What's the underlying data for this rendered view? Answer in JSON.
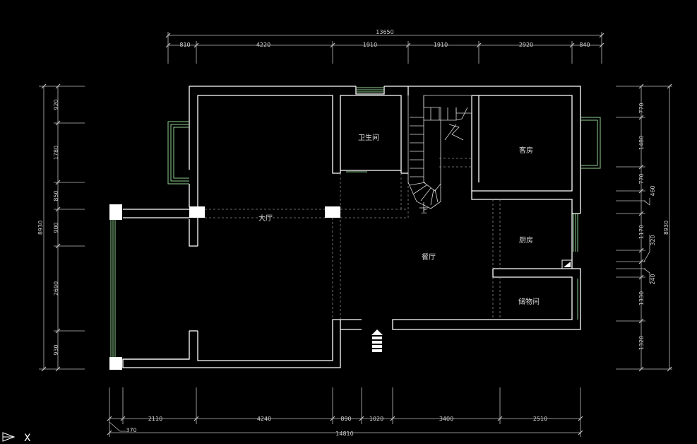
{
  "dimensions": {
    "top_total": "13650",
    "top_segments": [
      "810",
      "4220",
      "1910",
      "1910",
      "2920",
      "840"
    ],
    "bottom_total": "14810",
    "bottom_segments": [
      "2110",
      "4240",
      "890",
      "1020",
      "3400",
      "2510"
    ],
    "bottom_extra": "370",
    "left_total": "8930",
    "left_segments": [
      "920",
      "1780",
      "850",
      "900",
      "2690",
      "930"
    ],
    "right_total": "8930",
    "right_segments": [
      "770",
      "1480",
      "770",
      "1170",
      "1330",
      "1320"
    ],
    "right_small": [
      "460",
      "320",
      "240"
    ]
  },
  "rooms": {
    "living_room": "大厅",
    "bathroom": "卫生间",
    "guest_room": "客房",
    "dining_room": "餐厅",
    "kitchen": "厨房",
    "storage": "储物间"
  },
  "stair_label": "上",
  "ucs_label": "X"
}
